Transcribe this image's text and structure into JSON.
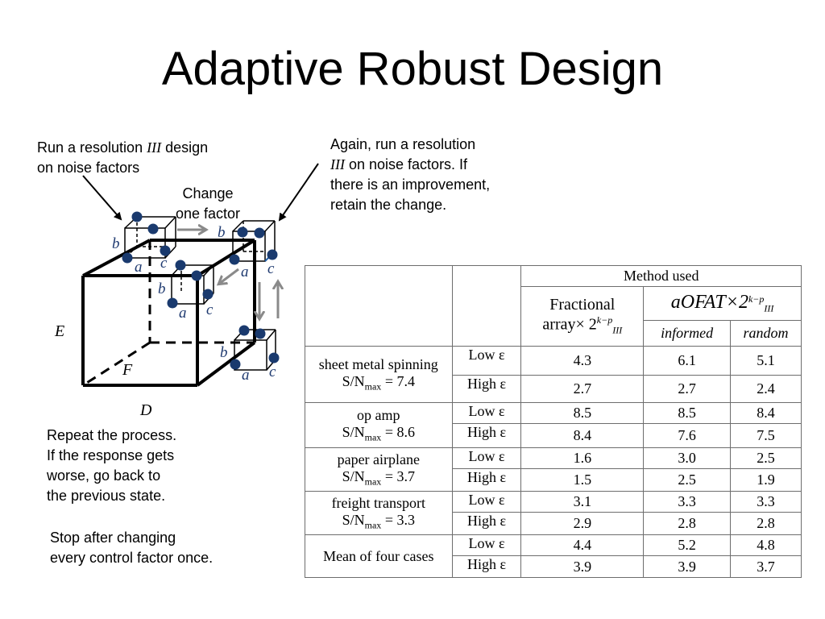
{
  "title": "Adaptive Robust Design",
  "notes": {
    "run_noise_line1": "Run a resolution ",
    "run_noise_roman": "III",
    "run_noise_line1_end": " design",
    "run_noise_line2": "on noise factors",
    "again_line1": "Again, run a resolution",
    "again_roman": "III",
    "again_line2_rest": " on noise factors.  If",
    "again_line3": "there is an improvement,",
    "again_line4": "retain the change.",
    "change_line1": "Change",
    "change_line2": "one factor",
    "repeat_line1": "Repeat the process.",
    "repeat_line2": "If the response gets",
    "repeat_line3": "worse, go back to",
    "repeat_line4": "the previous state.",
    "stop_line1": "Stop after changing",
    "stop_line2": "every control factor once."
  },
  "diagram_labels": {
    "a": "a",
    "b": "b",
    "c": "c",
    "D": "D",
    "E": "E",
    "F": "F"
  },
  "colors": {
    "dot": "#1a3a6e",
    "arrow_gray": "#8a8a8a",
    "edge_blue": "#1f5ea8"
  },
  "table": {
    "method_used": "Method used",
    "fractional_line1": "Fractional",
    "fractional_line2": "array× 2",
    "exp_sup": "k−p",
    "exp_sub": "III",
    "aofat": "aOFAT×2",
    "informed": "informed",
    "random": "random",
    "rows": [
      {
        "name": "sheet metal spinning",
        "sn_label": "S/N",
        "sn_sub": "max",
        "sn_value": " = 7.4",
        "low": {
          "label": "Low ε",
          "frac": "4.3",
          "informed": "6.1",
          "random": "5.1"
        },
        "high": {
          "label": "High ε",
          "frac": "2.7",
          "informed": "2.7",
          "random": "2.4"
        }
      },
      {
        "name": "op amp",
        "sn_label": "S/N",
        "sn_sub": "max",
        "sn_value": " = 8.6",
        "low": {
          "label": "Low ε",
          "frac": "8.5",
          "informed": "8.5",
          "random": "8.4"
        },
        "high": {
          "label": "High ε",
          "frac": "8.4",
          "informed": "7.6",
          "random": "7.5"
        }
      },
      {
        "name": "paper airplane",
        "sn_label": "S/N",
        "sn_sub": "max",
        "sn_value": " = 3.7",
        "low": {
          "label": "Low ε",
          "frac": "1.6",
          "informed": "3.0",
          "random": "2.5"
        },
        "high": {
          "label": "High ε",
          "frac": "1.5",
          "informed": "2.5",
          "random": "1.9"
        }
      },
      {
        "name": "freight transport",
        "sn_label": "S/N",
        "sn_sub": "max",
        "sn_value": " = 3.3",
        "low": {
          "label": "Low ε",
          "frac": "3.1",
          "informed": "3.3",
          "random": "3.3"
        },
        "high": {
          "label": "High ε",
          "frac": "2.9",
          "informed": "2.8",
          "random": "2.8"
        }
      }
    ],
    "mean_row": {
      "name": "Mean of four cases",
      "low": {
        "label": "Low ε",
        "frac": "4.4",
        "informed": "5.2",
        "random": "4.8"
      },
      "high": {
        "label": "High ε",
        "frac": "3.9",
        "informed": "3.9",
        "random": "3.7"
      }
    }
  }
}
